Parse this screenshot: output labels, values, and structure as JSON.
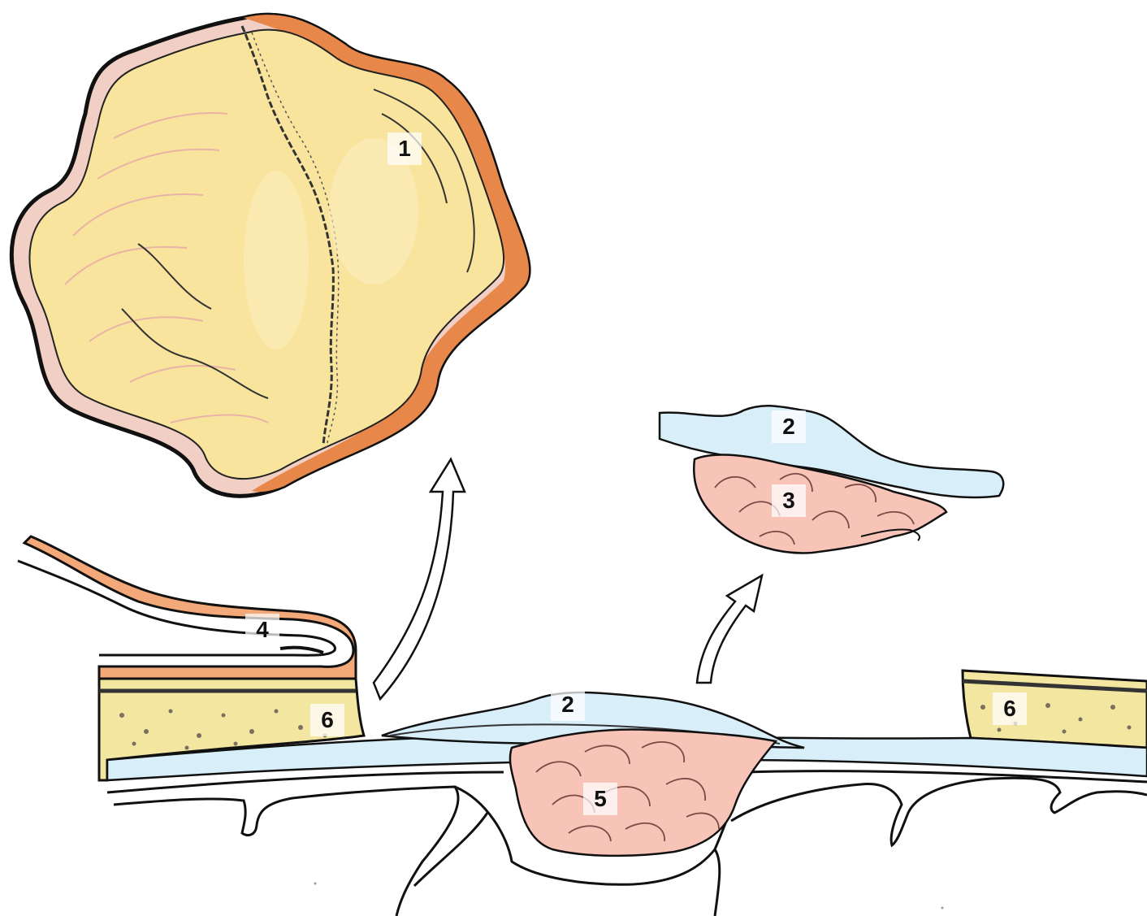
{
  "labels": {
    "l1": "1",
    "l2_top": "2",
    "l3": "3",
    "l4": "4",
    "l6_left": "6",
    "l2_bottom": "2",
    "l5": "5",
    "l6_right": "6"
  },
  "colors": {
    "cyst_fill": "#f8e49c",
    "cyst_rim_pink": "#f2cfc4",
    "cyst_rim_orange": "#e8874a",
    "membrane_blue": "#d8eef8",
    "tissue_pink": "#f8c4b8",
    "skin_orange": "#f2a878",
    "bone_yellow": "#f2e6a0",
    "outline": "#111111"
  }
}
